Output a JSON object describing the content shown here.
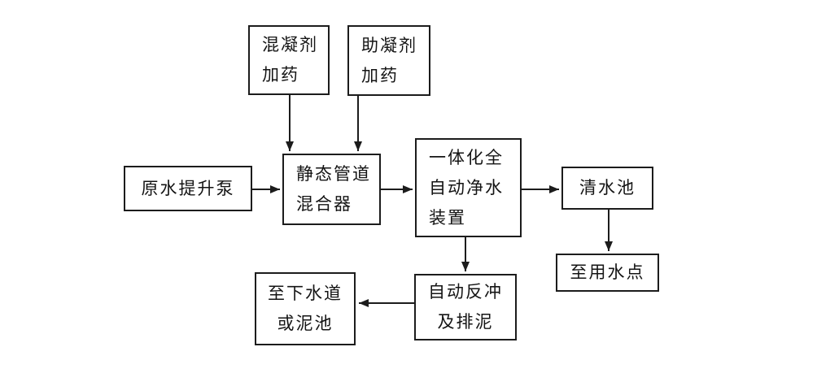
{
  "diagram": {
    "title_semantic": "integrated-automatic-water-purification-process-flowchart",
    "colors": {
      "background": "#ffffff",
      "line": "#1c1c1c",
      "text": "#141414"
    },
    "nodes": [
      {
        "id": "coagulant-dosing",
        "lines": [
          "混凝剂",
          "加药"
        ]
      },
      {
        "id": "coagulant-aid-dosing",
        "lines": [
          "助凝剂",
          "加药"
        ]
      },
      {
        "id": "raw-water-lift-pump",
        "lines": [
          "原水提升泵"
        ]
      },
      {
        "id": "static-pipe-mixer",
        "lines": [
          "静态管道",
          "混合器"
        ]
      },
      {
        "id": "integrated-purifier",
        "lines": [
          "一体化全",
          "自动净水",
          "装置"
        ]
      },
      {
        "id": "clear-water-tank",
        "lines": [
          "清水池"
        ]
      },
      {
        "id": "water-use-point",
        "lines": [
          "至用水点"
        ]
      },
      {
        "id": "auto-backwash-sludge",
        "lines": [
          "自动反冲",
          "及排泥"
        ]
      },
      {
        "id": "sewer-or-mud-pond",
        "lines": [
          "至下水道",
          "或泥池"
        ]
      }
    ],
    "edges": [
      {
        "from": "coagulant-dosing",
        "to": "static-pipe-mixer",
        "direction": "down"
      },
      {
        "from": "coagulant-aid-dosing",
        "to": "static-pipe-mixer",
        "direction": "down"
      },
      {
        "from": "raw-water-lift-pump",
        "to": "static-pipe-mixer",
        "direction": "right"
      },
      {
        "from": "static-pipe-mixer",
        "to": "integrated-purifier",
        "direction": "right"
      },
      {
        "from": "integrated-purifier",
        "to": "clear-water-tank",
        "direction": "right"
      },
      {
        "from": "clear-water-tank",
        "to": "water-use-point",
        "direction": "down"
      },
      {
        "from": "integrated-purifier",
        "to": "auto-backwash-sludge",
        "direction": "down"
      },
      {
        "from": "auto-backwash-sludge",
        "to": "sewer-or-mud-pond",
        "direction": "left"
      }
    ]
  }
}
